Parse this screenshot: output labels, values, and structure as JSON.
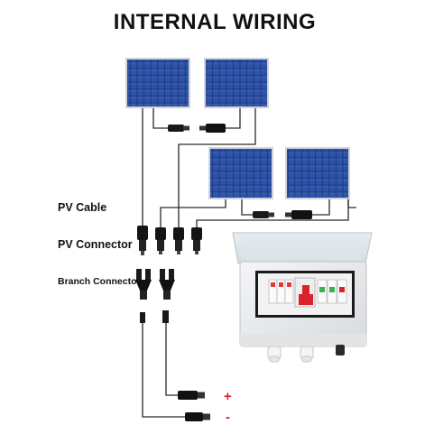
{
  "title": "INTERNAL WIRING",
  "labels": {
    "pv_cable": "PV Cable",
    "pv_connector": "PV Connector",
    "branch_connector": "Branch Connector"
  },
  "polarity": {
    "plus": "+",
    "minus": "-"
  },
  "colors": {
    "panel_cell": "#1f3f8a",
    "panel_frame": "#c9ced6",
    "wire": "#2a2a2a",
    "connector": "#1a1a1a",
    "box_body": "#e9eaec",
    "breaker_red": "#d8232a",
    "polarity": "#e02020"
  }
}
